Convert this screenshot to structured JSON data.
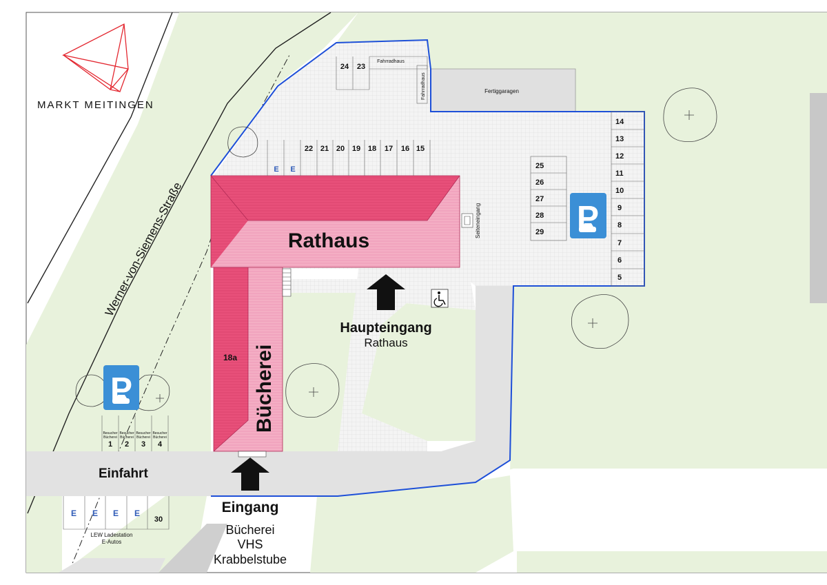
{
  "logo": {
    "text": "MARKT MEITINGEN",
    "color": "#e3262f"
  },
  "street": "Werner-von-Siemens-Straße",
  "buildings": {
    "rathaus": "Rathaus",
    "buecherei": "Bücherei",
    "room_18a": "18a",
    "fertiggaragen": "Fertiggaragen",
    "fahrradhaus_1": "Fahrradhaus",
    "fahrradhaus_2": "Fahrradhaus",
    "seiteneingang": "Seiteneingang"
  },
  "entrances": {
    "haupteingang": "Haupteingang",
    "haupteingang_sub": "Rathaus",
    "eingang": "Eingang",
    "eingang_lines": [
      "Bücherei",
      "VHS",
      "Krabbelstube"
    ],
    "einfahrt": "Einfahrt"
  },
  "parking": {
    "top_row": [
      "22",
      "21",
      "20",
      "19",
      "18",
      "17",
      "16",
      "15"
    ],
    "top_e": [
      "E",
      "E"
    ],
    "bike_row": [
      "24",
      "23"
    ],
    "right_column": [
      "14",
      "13",
      "12",
      "11",
      "10",
      "9",
      "8",
      "7",
      "6",
      "5"
    ],
    "center_column": [
      "25",
      "26",
      "27",
      "28",
      "29"
    ],
    "visitor_label": "Besucher\nBücherei",
    "visitor_spots": [
      "1",
      "2",
      "3",
      "4"
    ],
    "bottom_e": [
      "E",
      "E",
      "E",
      "E"
    ],
    "bottom_30": "30",
    "lew": [
      "LEW Ladestation",
      "E-Autos"
    ],
    "sign_letter": "P"
  },
  "icons": [
    "parking-sign-icon",
    "car-icon",
    "wheelchair-icon",
    "arrow-up-icon",
    "tree-icon",
    "logo-triangle-icon"
  ],
  "colors": {
    "lawn": "#e8f2dc",
    "road": "#e2e2e2",
    "paving": "#f0f0f0",
    "roof_dark": "#e8507a",
    "roof_light": "#f4aec4",
    "boundary": "#1d4fd8",
    "parking_sign": "#3b8fd6"
  }
}
